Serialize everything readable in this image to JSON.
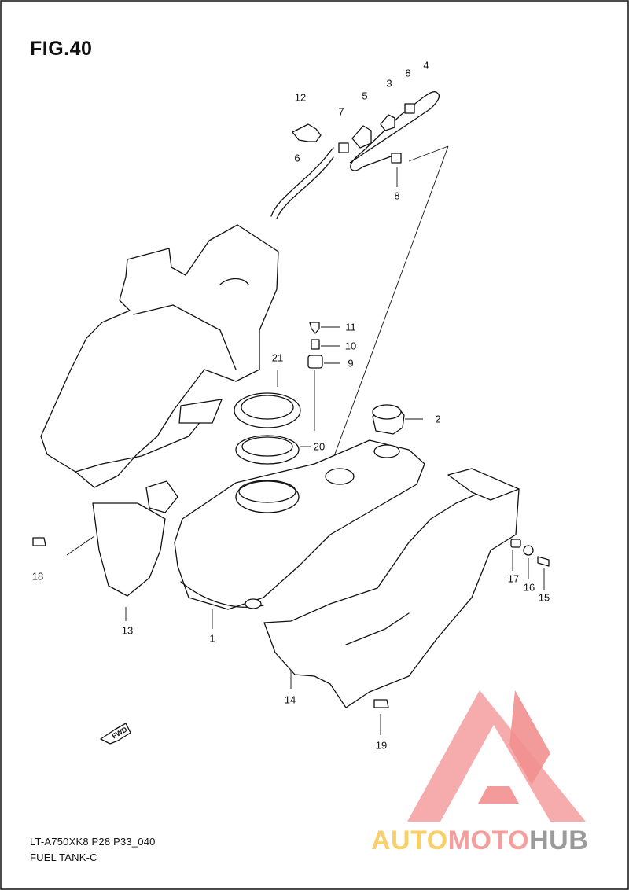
{
  "figure": {
    "title": "FIG.40"
  },
  "callouts": [
    {
      "id": "1",
      "label": "1"
    },
    {
      "id": "2",
      "label": "2"
    },
    {
      "id": "3",
      "label": "3"
    },
    {
      "id": "4",
      "label": "4"
    },
    {
      "id": "5",
      "label": "5"
    },
    {
      "id": "6",
      "label": "6"
    },
    {
      "id": "7",
      "label": "7"
    },
    {
      "id": "8a",
      "label": "8"
    },
    {
      "id": "8b",
      "label": "8"
    },
    {
      "id": "9",
      "label": "9"
    },
    {
      "id": "10",
      "label": "10"
    },
    {
      "id": "11",
      "label": "11"
    },
    {
      "id": "12",
      "label": "12"
    },
    {
      "id": "13",
      "label": "13"
    },
    {
      "id": "14",
      "label": "14"
    },
    {
      "id": "15",
      "label": "15"
    },
    {
      "id": "16",
      "label": "16"
    },
    {
      "id": "17",
      "label": "17"
    },
    {
      "id": "18",
      "label": "18"
    },
    {
      "id": "19",
      "label": "19"
    },
    {
      "id": "20",
      "label": "20"
    },
    {
      "id": "21",
      "label": "21"
    }
  ],
  "direction_arrow": {
    "label": "FWD"
  },
  "footer": {
    "model_code": "LT-A750XK8 P28 P33_040",
    "caption": "FUEL TANK-C"
  },
  "watermark": {
    "part_a": "AUTO",
    "part_b": "MOTO",
    "part_c": "HUB",
    "colors": [
      "#f9cf6a",
      "#f59e9e",
      "#9a9a9a"
    ]
  }
}
